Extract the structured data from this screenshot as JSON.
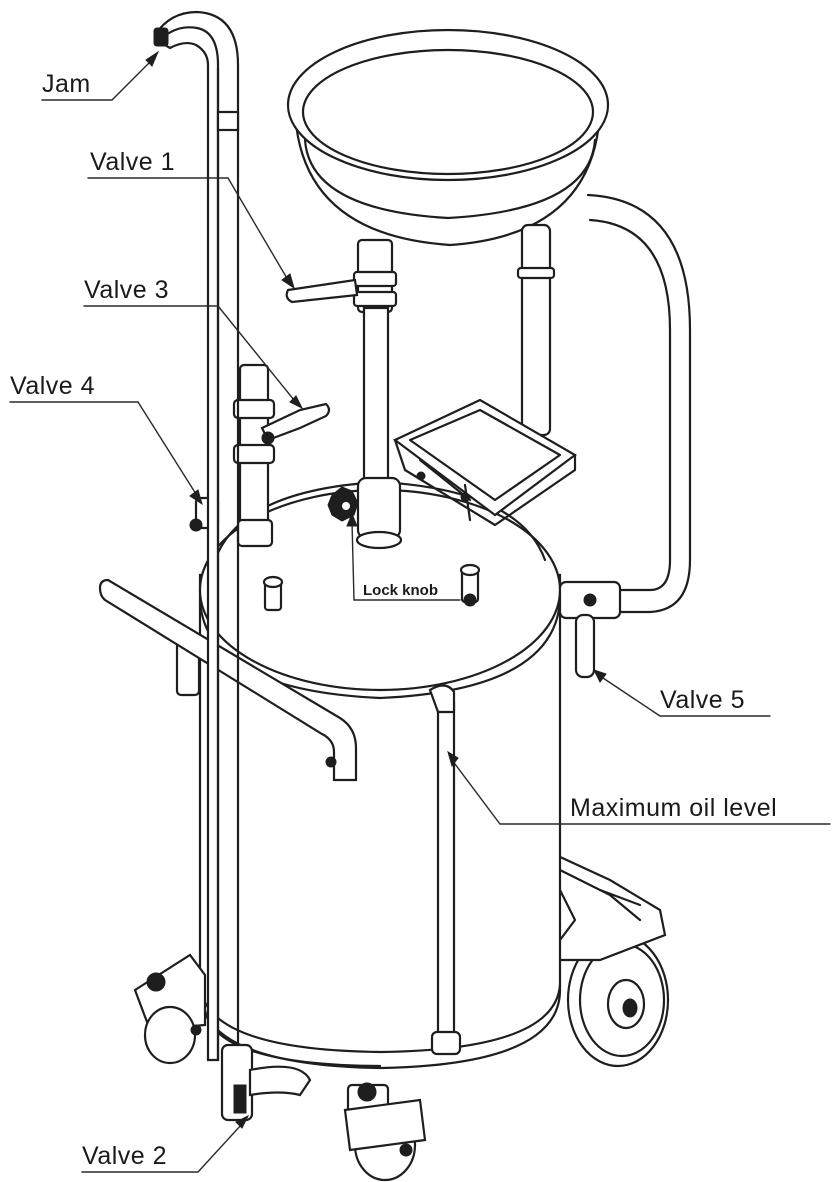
{
  "labels": {
    "jam": "Jam",
    "valve_1": "Valve 1",
    "valve_2": "Valve 2",
    "valve_3": "Valve 3",
    "valve_4": "Valve 4",
    "valve_5": "Valve 5",
    "lock_knob": "Lock knob",
    "max_oil_level": "Maximum oil level"
  },
  "colors": {
    "line": "#1e1e1e",
    "background": "#ffffff"
  }
}
